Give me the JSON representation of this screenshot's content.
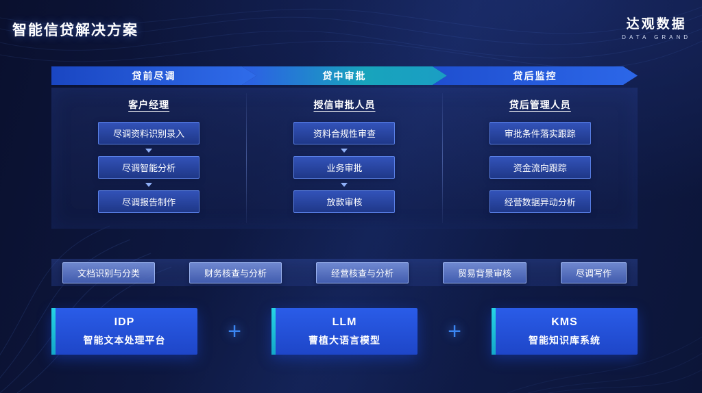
{
  "header": {
    "title": "智能信贷解决方案",
    "logo": {
      "name": "达观数据",
      "subtitle": "DATA GRAND"
    }
  },
  "phases": [
    {
      "label": "贷前尽调",
      "role": "客户经理",
      "steps": [
        "尽调资料识别录入",
        "尽调智能分析",
        "尽调报告制作"
      ]
    },
    {
      "label": "贷中审批",
      "role": "授信审批人员",
      "steps": [
        "资料合规性审查",
        "业务审批",
        "放款审核"
      ]
    },
    {
      "label": "贷后监控",
      "role": "贷后管理人员",
      "steps": [
        "审批条件落实跟踪",
        "资金流向跟踪",
        "经营数据异动分析"
      ]
    }
  ],
  "capabilities": [
    "文档识别与分类",
    "财务核查与分析",
    "经营核查与分析",
    "贸易背景审核",
    "尽调写作"
  ],
  "platforms": [
    {
      "abbr": "IDP",
      "name": "智能文本处理平台"
    },
    {
      "abbr": "LLM",
      "name": "曹植大语言模型"
    },
    {
      "abbr": "KMS",
      "name": "智能知识库系统"
    }
  ],
  "plus_sign": "+",
  "colors": {
    "background": "#0c1538",
    "arrow_blue": "#2059d8",
    "arrow_teal": "#18a4bc",
    "box_border": "#5b82e8",
    "platform_blue": "#2356e0",
    "accent_cyan": "#1fc9d9",
    "plus_blue": "#3b86f2"
  }
}
